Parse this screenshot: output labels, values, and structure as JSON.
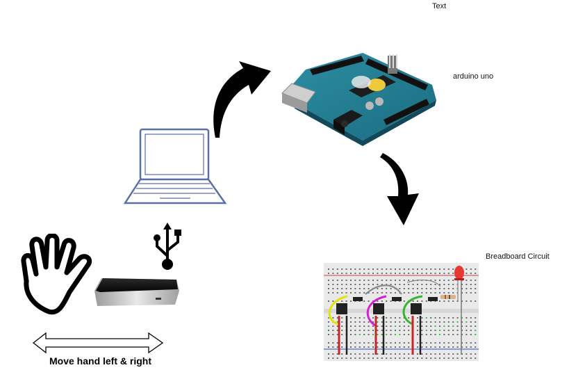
{
  "labels": {
    "text_label": "Text",
    "arduino_label": "arduino uno",
    "breadboard_label": "Breadboard Circuit",
    "move_hand_label": "Move hand left & right"
  },
  "colors": {
    "laptop_stroke": "#5a6fa8",
    "laptop_fill": "#ffffff",
    "arrow_fill": "#000000",
    "board_teal": "#1f7f93",
    "board_dark": "#1a3c4a",
    "breadboard_bg": "#e9e9e9",
    "wire_red": "#c62828",
    "wire_yellow": "#e6e20a",
    "wire_magenta": "#d41fd4",
    "wire_green": "#2fb52f",
    "led_red": "#e53935"
  },
  "icons": [
    "laptop-icon",
    "usb-icon",
    "hand-icon",
    "leap-motion-device",
    "arduino-board",
    "breadboard-circuit",
    "curved-arrow-up",
    "curved-arrow-down",
    "double-arrow-left-right"
  ]
}
